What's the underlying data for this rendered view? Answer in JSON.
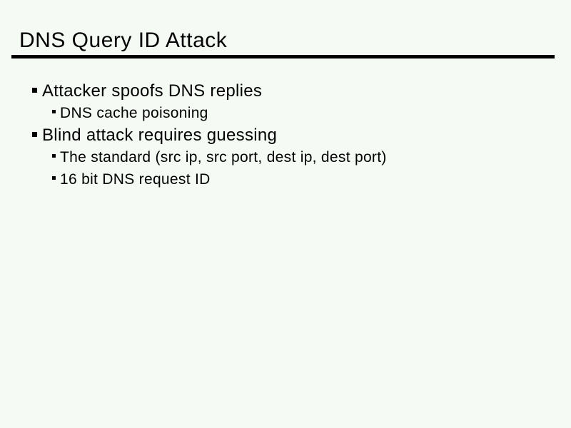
{
  "slide": {
    "title": "DNS Query ID Attack",
    "bullets": [
      {
        "level": 1,
        "text": "Attacker spoofs DNS replies"
      },
      {
        "level": 2,
        "text": "DNS cache poisoning"
      },
      {
        "level": 1,
        "text": "Blind attack requires guessing"
      },
      {
        "level": 2,
        "text": "The standard (src ip, src port, dest ip, dest port)"
      },
      {
        "level": 2,
        "text": "16 bit DNS request ID"
      }
    ],
    "colors": {
      "background": "#f5faf5",
      "text": "#000000",
      "rule": "#000000"
    }
  }
}
